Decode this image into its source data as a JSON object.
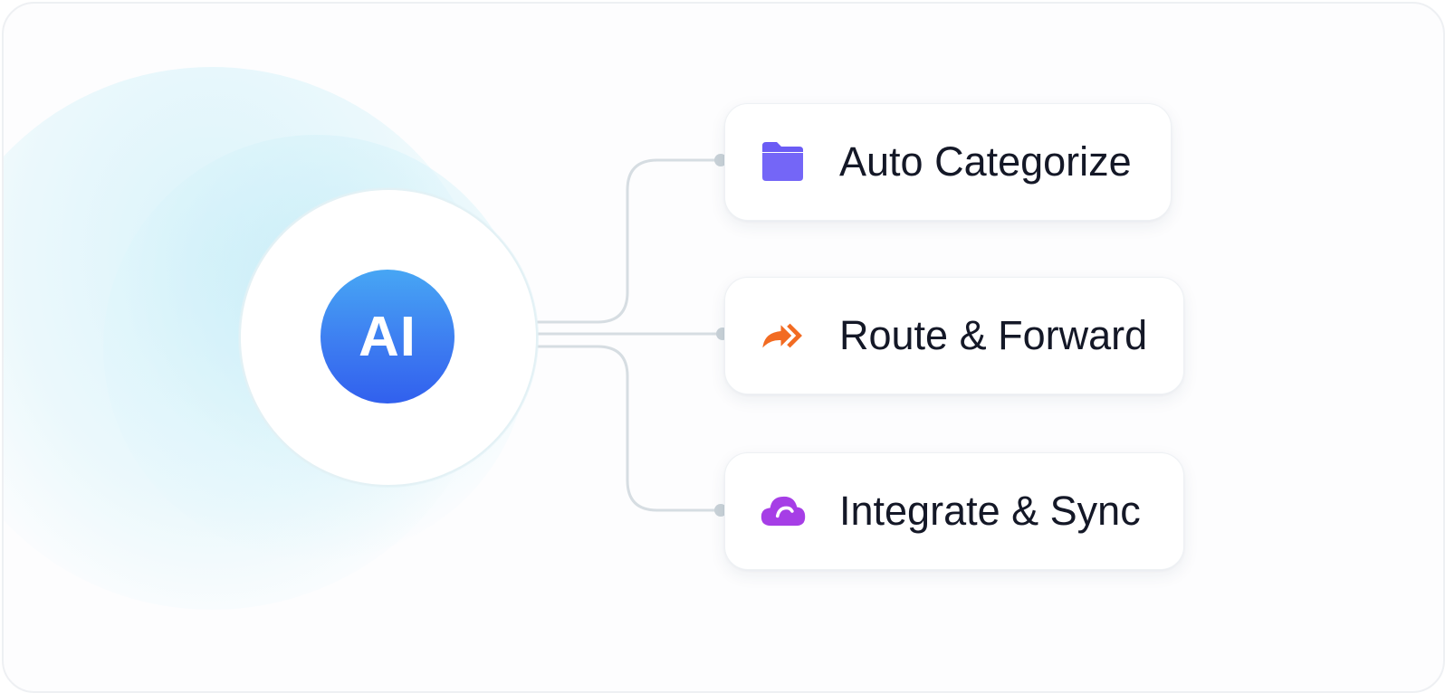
{
  "hub": {
    "label": "AI"
  },
  "nodes": [
    {
      "label": "Auto Categorize",
      "icon": "folder-icon",
      "icon_color": "#6b5cf5"
    },
    {
      "label": "Route & Forward",
      "icon": "double-forward-arrow-icon",
      "icon_color": "#f26b22"
    },
    {
      "label": "Integrate & Sync",
      "icon": "cloud-sync-icon",
      "icon_color": "#a63ee6"
    }
  ],
  "colors": {
    "hub_gradient_top": "#47a6f4",
    "hub_gradient_bottom": "#3160ee",
    "connector": "#d6dde2",
    "text": "#141827"
  }
}
